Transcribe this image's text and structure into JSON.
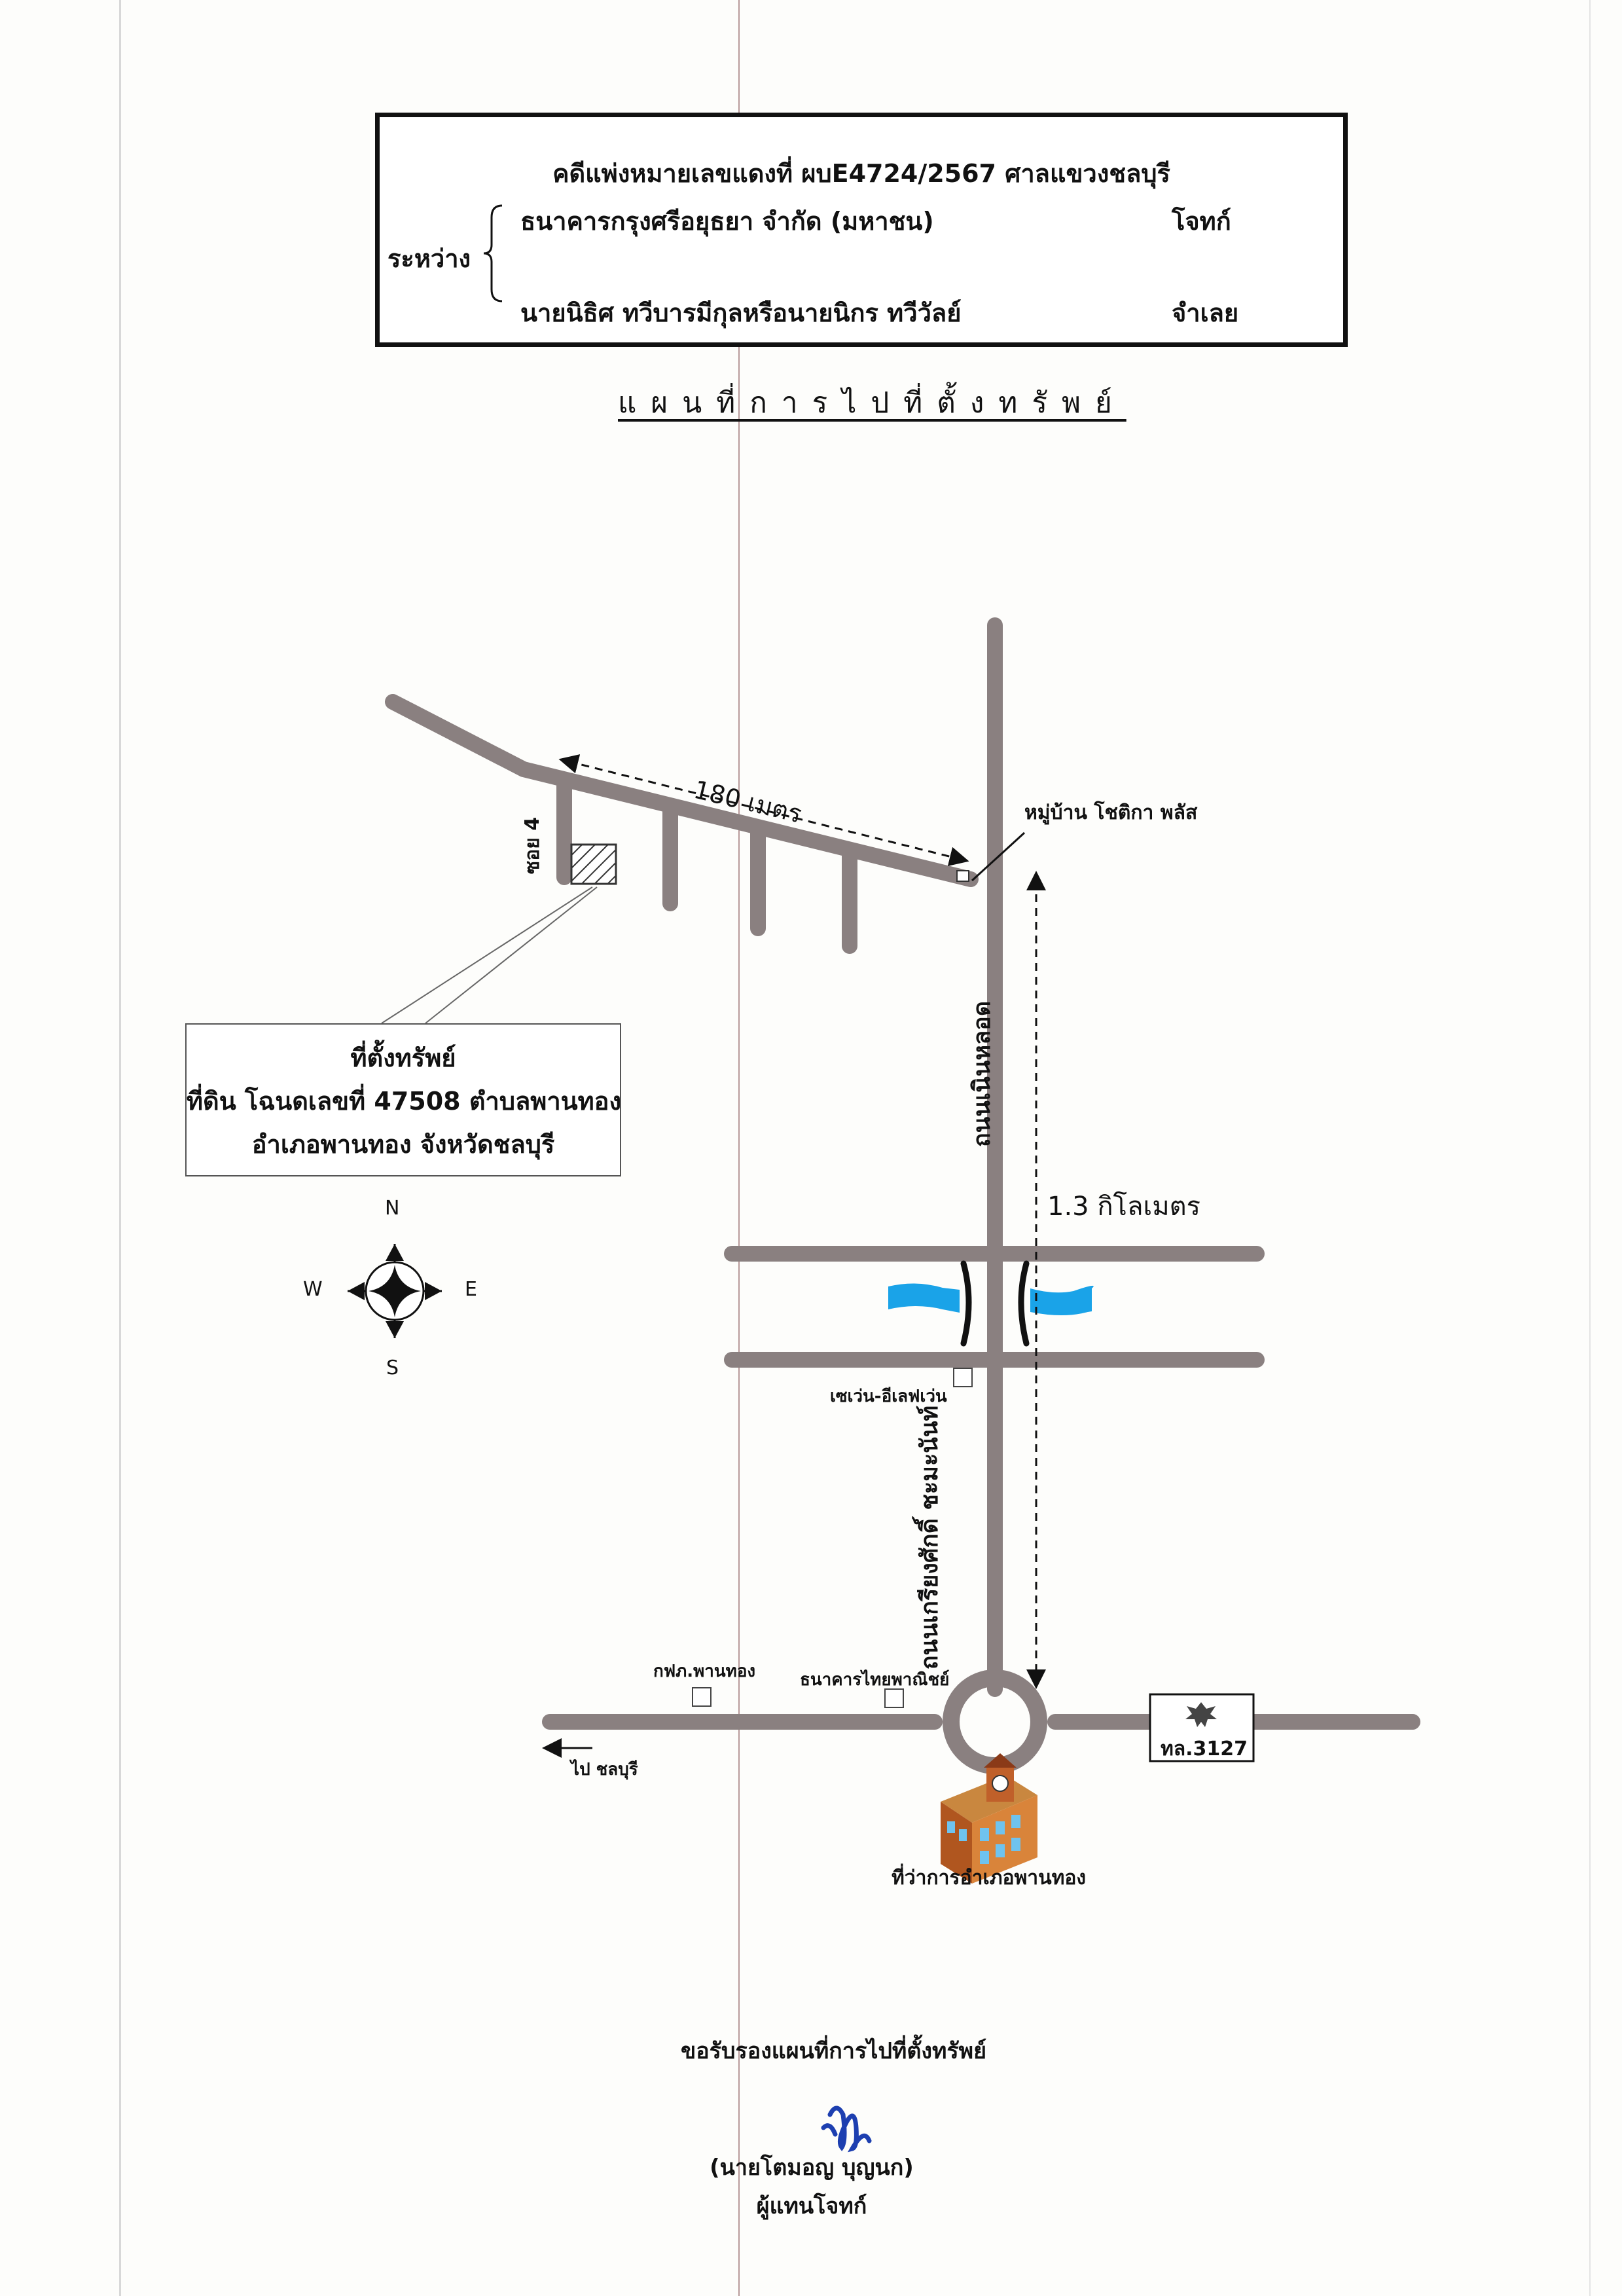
{
  "case": {
    "title": "คดีแพ่งหมายเลขแดงที่  ผบE4724/2567   ศาลแขวงชลบุรี",
    "between_label": "ระหว่าง",
    "plaintiff": "ธนาคารกรุงศรีอยุธยา จำกัด (มหาชน)",
    "plaintiff_role": "โจทก์",
    "defendant": "นายนิธิศ  ทวีบารมีกุลหรือนายนิกร  ทวีวัลย์",
    "defendant_role": "จำเลย"
  },
  "map_title": "แผนที่การไปที่ตั้งทรัพย์",
  "map": {
    "distance_soi": "180 เมตร",
    "soi_label": "ซอย 4",
    "village_label": "หมู่บ้าน โชติกา พลัส",
    "road_label_north": "ถนนเนินหลอด",
    "distance_main": "1.3 กิโลเมตร",
    "seven_eleven": "เซเว่น-อีเลฟเว่น",
    "road_label_south": "ถนนเกรียงศักดิ์ ชะมะนันท์",
    "pea_label": "กฟภ.พานทอง",
    "bank_label": "ธนาคารไทยพาณิชย์",
    "highway_label": "ทล.3127",
    "to_label": "ไป ชลบุรี",
    "district_office": "ที่ว่าการอำเภอพานทอง",
    "compass": {
      "n": "N",
      "s": "S",
      "e": "E",
      "w": "W"
    },
    "road_color": "#8a8080",
    "river_color": "#1aa3e8"
  },
  "property": {
    "heading": "ที่ตั้งทรัพย์",
    "line1": "ที่ดิน โฉนดเลขที่ 47508 ตำบลพานทอง",
    "line2": "อำเภอพานทอง  จังหวัดชลบุรี"
  },
  "certification": {
    "text": "ขอรับรองแผนที่การไปที่ตั้งทรัพย์",
    "signer": "(นายโตมอญ   บุญนก)",
    "role": "ผู้แทนโจทก์"
  }
}
